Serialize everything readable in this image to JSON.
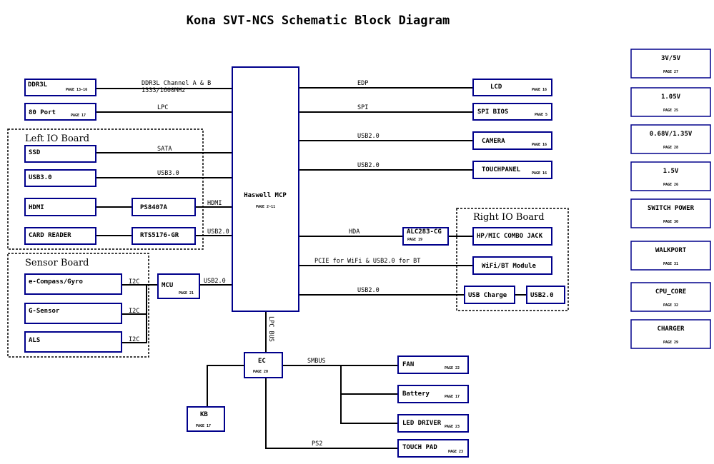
{
  "title": "Kona SVT-NCS Schematic Block Diagram",
  "cpu": {
    "label": "Haswell MCP",
    "page": "PAGE 2~11"
  },
  "blocks": {
    "ddr3l": {
      "label": "DDR3L",
      "page": "PAGE 13-16"
    },
    "port80": {
      "label": "80 Port",
      "page": "PAGE 17"
    },
    "ssd": {
      "label": "SSD"
    },
    "usb30": {
      "label": "USB3.0"
    },
    "hdmi": {
      "label": "HDMI"
    },
    "ps8407a": {
      "label": "PS8407A"
    },
    "cardreader": {
      "label": "CARD READER"
    },
    "rts5176": {
      "label": "RTS5176-GR"
    },
    "ecompass": {
      "label": "e-Compass/Gyro"
    },
    "gsensor": {
      "label": "G-Sensor"
    },
    "als": {
      "label": "ALS"
    },
    "mcu": {
      "label": "MCU",
      "page": "PAGE 21"
    },
    "lcd": {
      "label": "LCD",
      "page": "PAGE 16"
    },
    "spibios": {
      "label": "SPI BIOS",
      "page": "PAGE 5"
    },
    "camera": {
      "label": "CAMERA",
      "page": "PAGE 16"
    },
    "touchpanel": {
      "label": "TOUCHPANEL",
      "page": "PAGE 16"
    },
    "alc283": {
      "label": "ALC283-CG",
      "page": "PAGE 19"
    },
    "hpmic": {
      "label": "HP/MIC COMBO JACK"
    },
    "wifibt": {
      "label": "WiFi/BT Module"
    },
    "usbcharge": {
      "label": "USB Charge"
    },
    "usb20r": {
      "label": "USB2.0"
    },
    "ec": {
      "label": "EC",
      "page": "PAGE 20"
    },
    "kb": {
      "label": "KB",
      "page": "PAGE 17"
    },
    "fan": {
      "label": "FAN",
      "page": "PAGE 22"
    },
    "battery": {
      "label": "Battery",
      "page": "PAGE 17"
    },
    "leddriver": {
      "label": "LED DRIVER",
      "page": "PAGE 23"
    },
    "touchpad": {
      "label": "TOUCH PAD",
      "page": "PAGE 23"
    }
  },
  "groups": {
    "left_io": "Left IO Board",
    "sensor": "Sensor Board",
    "right_io": "Right IO Board"
  },
  "signals": {
    "ddr_line1": "DDR3L Channel A & B",
    "ddr_line2": "1333/1600MHz",
    "lpc": "LPC",
    "sata": "SATA",
    "usb30": "USB3.0",
    "hdmi": "HDMI",
    "usb20_left": "USB2.0",
    "i2c_1": "I2C",
    "i2c_2": "I2C",
    "i2c_3": "I2C",
    "usb20_mcu": "USB2.0",
    "edp": "EDP",
    "spi": "SPI",
    "usb20_camera": "USB2.0",
    "usb20_touch": "USB2.0",
    "hda": "HDA",
    "pcie": "PCIE for WiFi & USB2.0 for BT",
    "usb20_charge": "USB2.0",
    "lpc_bus": "LPC BUS",
    "smbus": "SMBUS",
    "ps2": "PS2"
  },
  "power": [
    {
      "label": "3V/5V",
      "page": "PAGE 27"
    },
    {
      "label": "1.05V",
      "page": "PAGE 25"
    },
    {
      "label": "0.68V/1.35V",
      "page": "PAGE 28"
    },
    {
      "label": "1.5V",
      "page": "PAGE 26"
    },
    {
      "label": "SWITCH POWER",
      "page": "PAGE 30"
    },
    {
      "label": "WALKPORT",
      "page": "PAGE 31"
    },
    {
      "label": "CPU_CORE",
      "page": "PAGE 32"
    },
    {
      "label": "CHARGER",
      "page": "PAGE 29"
    }
  ],
  "colors": {
    "box_border": "#00008b",
    "line": "#000000",
    "background": "#ffffff"
  }
}
